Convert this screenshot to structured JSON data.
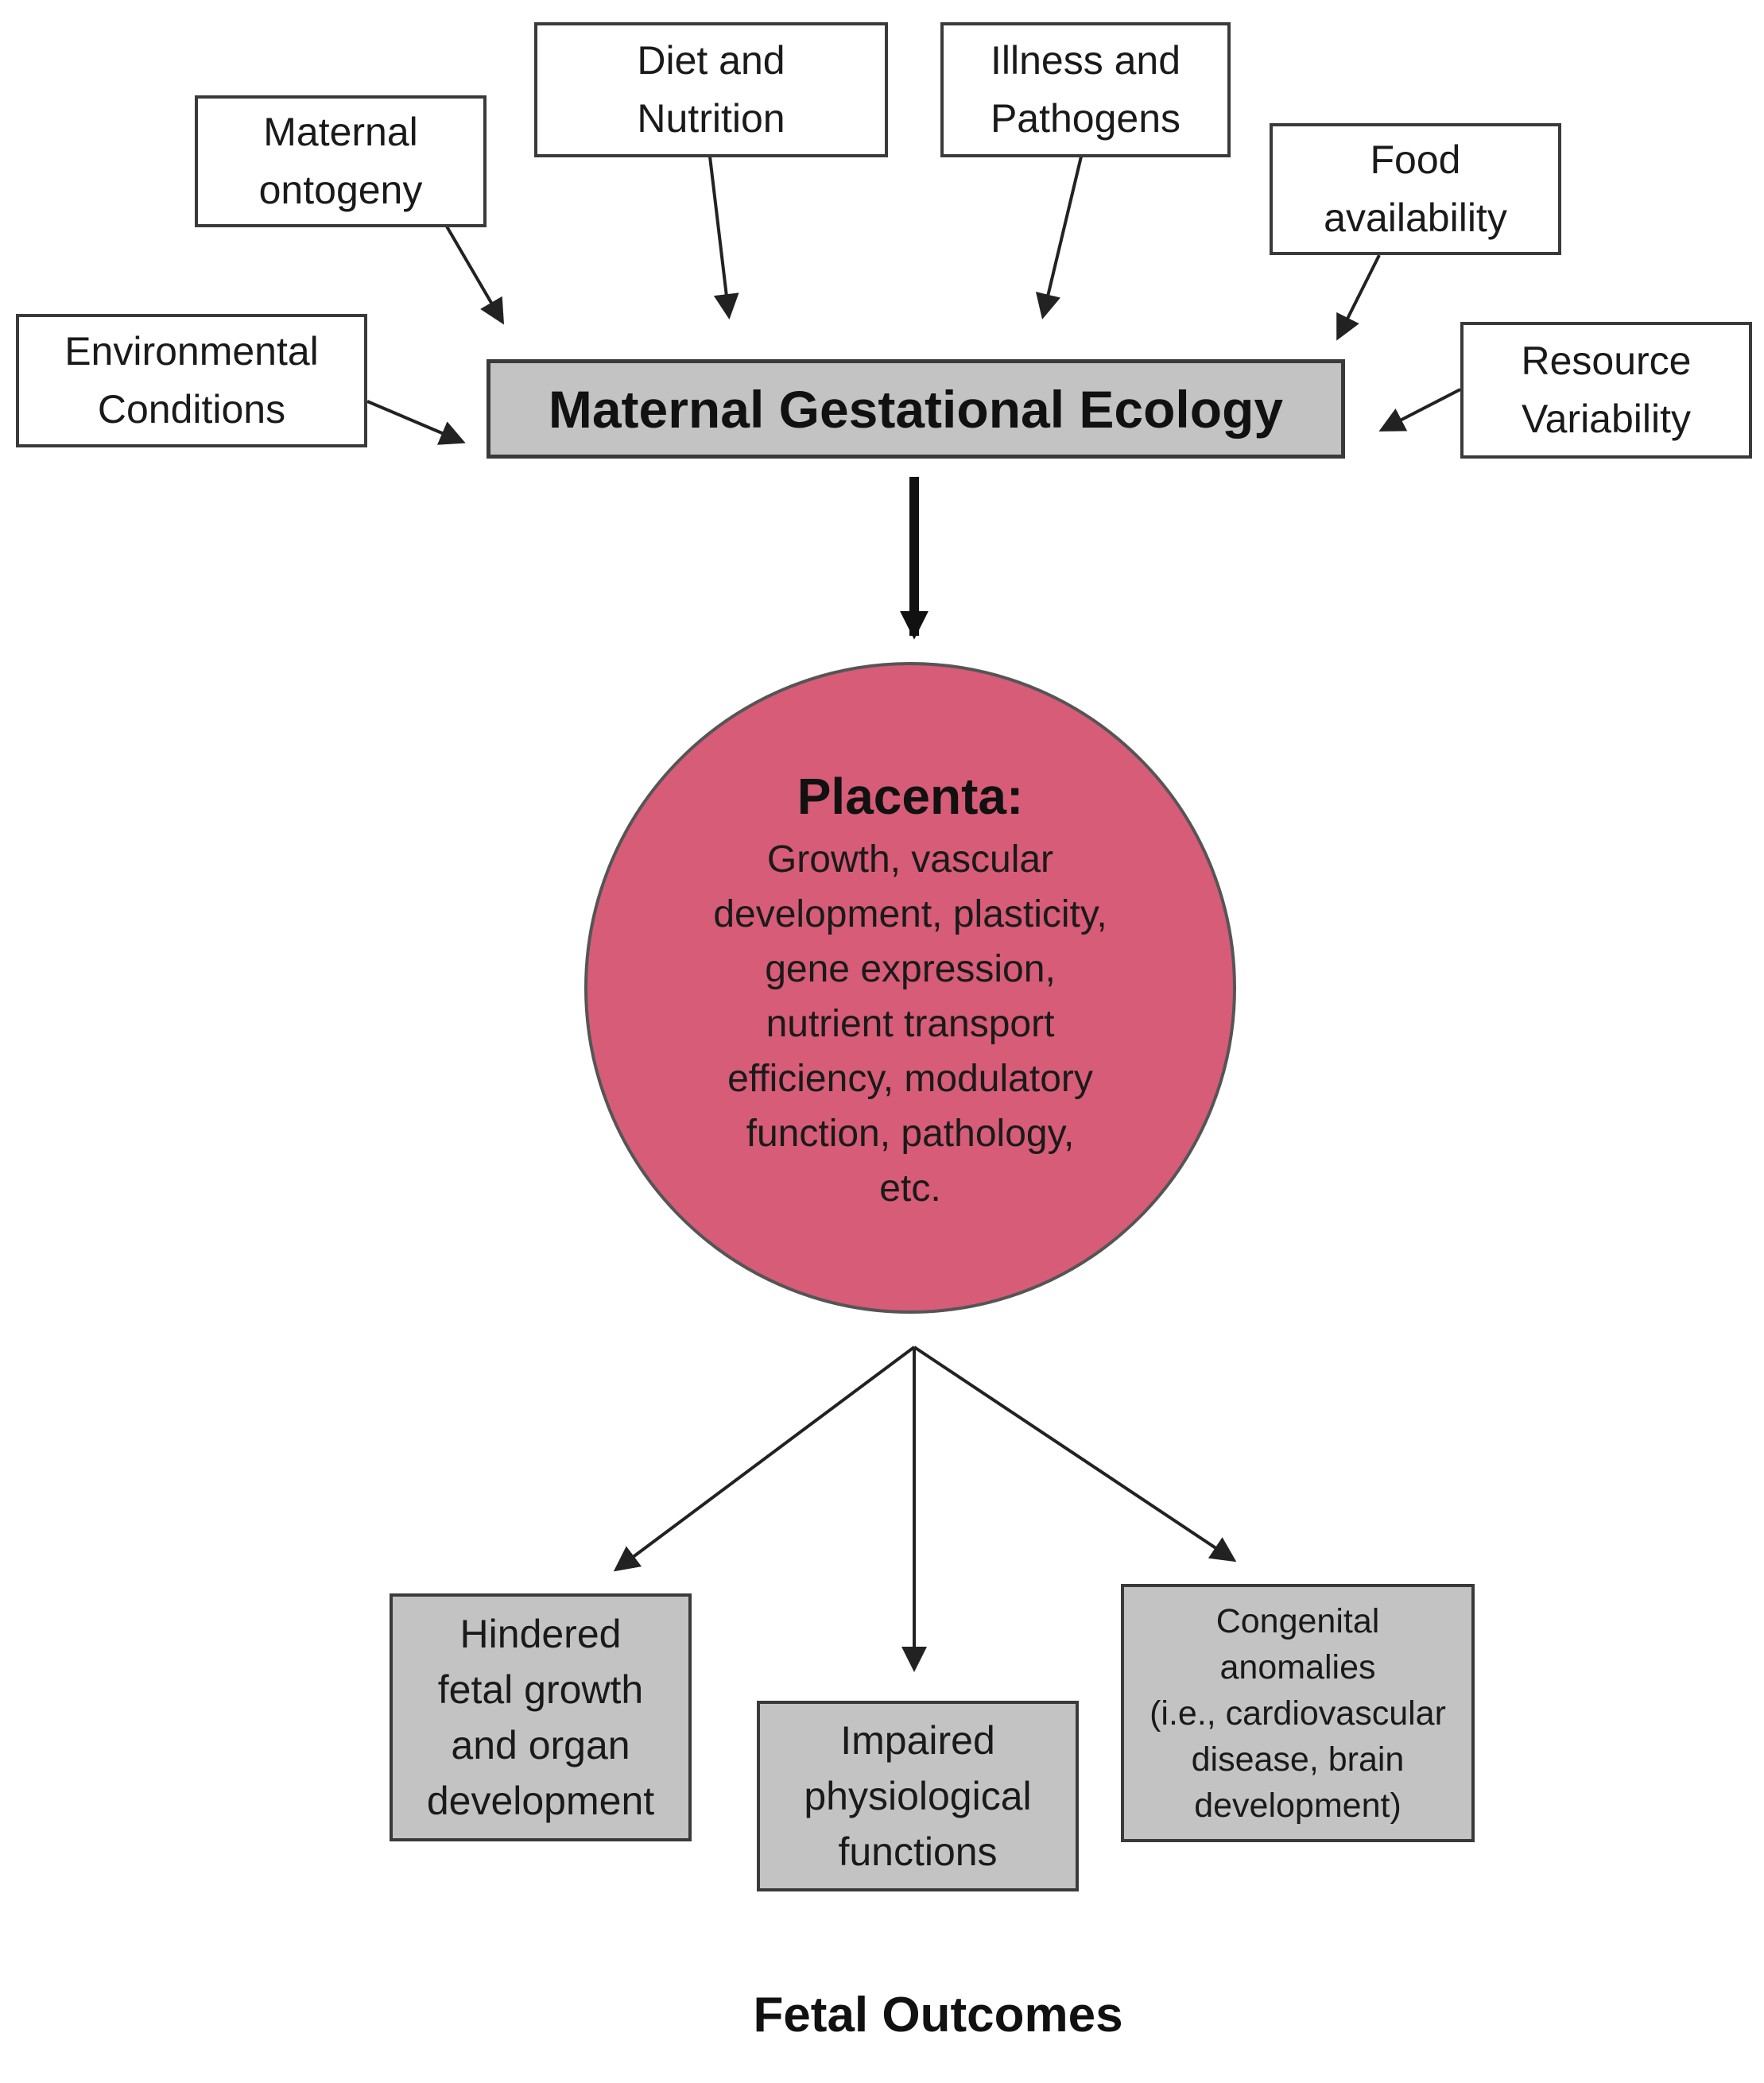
{
  "factors": {
    "maternal_ontogeny": "Maternal\nontogeny",
    "diet_nutrition": "Diet and\nNutrition",
    "illness_pathogens": "Illness and\nPathogens",
    "food_availability": "Food\navailability",
    "environmental_conditions": "Environmental\nConditions",
    "resource_variability": "Resource\nVariability"
  },
  "central": {
    "label": "Maternal Gestational Ecology"
  },
  "placenta": {
    "title": "Placenta:",
    "description": "Growth, vascular\ndevelopment, plasticity,\ngene expression,\nnutrient transport\nefficiency, modulatory\nfunction, pathology,\netc."
  },
  "outcomes": {
    "hindered_growth": "Hindered\nfetal growth\nand organ\ndevelopment",
    "impaired_functions": "Impaired\nphysiological\nfunctions",
    "congenital_anomalies": "Congenital\nanomalies\n(i.e., cardiovascular\ndisease, brain\ndevelopment)"
  },
  "footer": {
    "label": "Fetal Outcomes"
  },
  "colors": {
    "placenta_fill": "#d65c77",
    "box_gray": "#c3c3c3",
    "border": "#3a3a3a"
  }
}
